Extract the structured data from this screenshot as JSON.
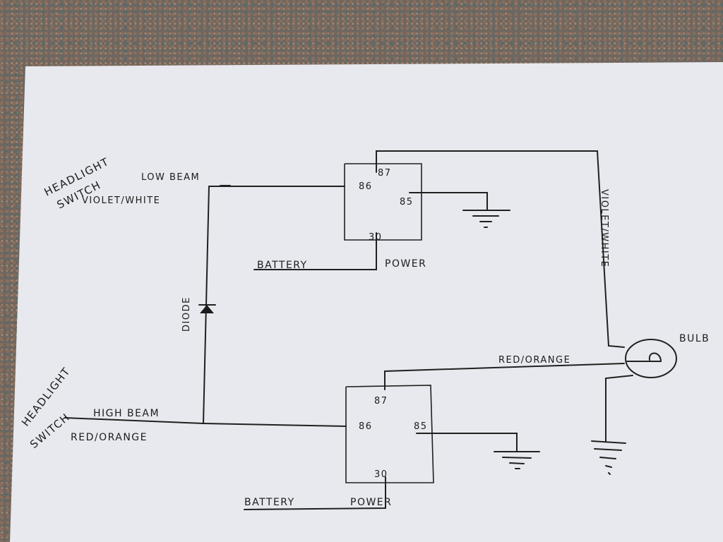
{
  "switch_top": {
    "line1": "HEADLIGHT",
    "line2": "SWITCH"
  },
  "switch_bottom": {
    "line1": "HEADLIGHT",
    "line2": "SWITCH"
  },
  "low_beam": "LOW BEAM",
  "low_beam_color": "VIOLET/WHITE",
  "high_beam": "HIGH BEAM",
  "high_beam_color": "RED/ORANGE",
  "diode": "DIODE",
  "relay_top": {
    "pin87": "87",
    "pin86": "86",
    "pin85": "85",
    "pin30": "30",
    "battery": "BATTERY",
    "power": "POWER"
  },
  "relay_bottom": {
    "pin87": "87",
    "pin86": "86",
    "pin85": "85",
    "pin30": "30",
    "battery": "BATTERY",
    "power": "POWER"
  },
  "wire_violet_white": "VIOLET/WHITE",
  "wire_red_orange": "RED/ORANGE",
  "bulb": "BULB"
}
